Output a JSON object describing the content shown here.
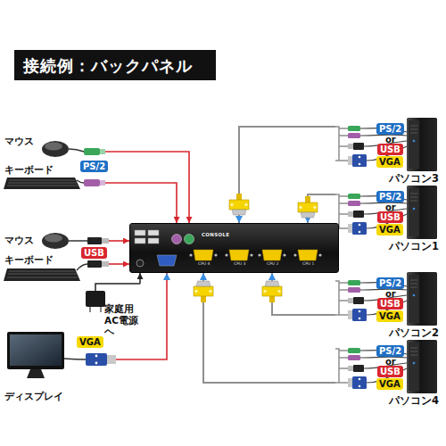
{
  "diagram": {
    "title": "接続例：バックパネル",
    "nodes": [
      {
        "text": [
          "マウス"
        ]
      },
      {
        "text": [
          "キーボード"
        ]
      },
      {
        "text": [
          "マウス"
        ]
      },
      {
        "text": [
          "キーボード"
        ]
      },
      {
        "text": [
          "家庭用 AC電源へ"
        ]
      },
      {
        "text": [
          "ディスプレイ"
        ]
      },
      {
        "text": [
          "CONSOLE"
        ]
      },
      {
        "text": [
          "パソコン3"
        ]
      },
      {
        "text": [
          "パソコン1"
        ]
      },
      {
        "text": [
          "パソコン2"
        ]
      },
      {
        "text": [
          "パソコン4"
        ]
      }
    ],
    "edges": [
      {
        "from": 0,
        "to": 6,
        "arrow": "to"
      },
      {
        "from": 1,
        "to": 6,
        "arrow": "to"
      },
      {
        "from": 2,
        "to": 6,
        "arrow": "to"
      },
      {
        "from": 3,
        "to": 6,
        "arrow": "to"
      },
      {
        "from": 4,
        "to": 6,
        "arrow": "to"
      },
      {
        "from": 5,
        "to": 6,
        "arrow": "to"
      },
      {
        "from": 7,
        "to": 6,
        "arrow": "to"
      },
      {
        "from": 8,
        "to": 6,
        "arrow": "to"
      },
      {
        "from": 9,
        "to": 6,
        "arrow": "to"
      },
      {
        "from": 10,
        "to": 6,
        "arrow": "to"
      }
    ],
    "labels": [
      "PS/2",
      "USB",
      "VGA",
      "CPU 4",
      "CPU 3",
      "CPU 2",
      "CPU 1",
      "PS/2",
      "or",
      "USB",
      "VGA",
      "PS/2",
      "or",
      "USB",
      "VGA",
      "PS/2",
      "or",
      "USB",
      "VGA",
      "PS/2",
      "or",
      "USB",
      "VGA"
    ]
  }
}
